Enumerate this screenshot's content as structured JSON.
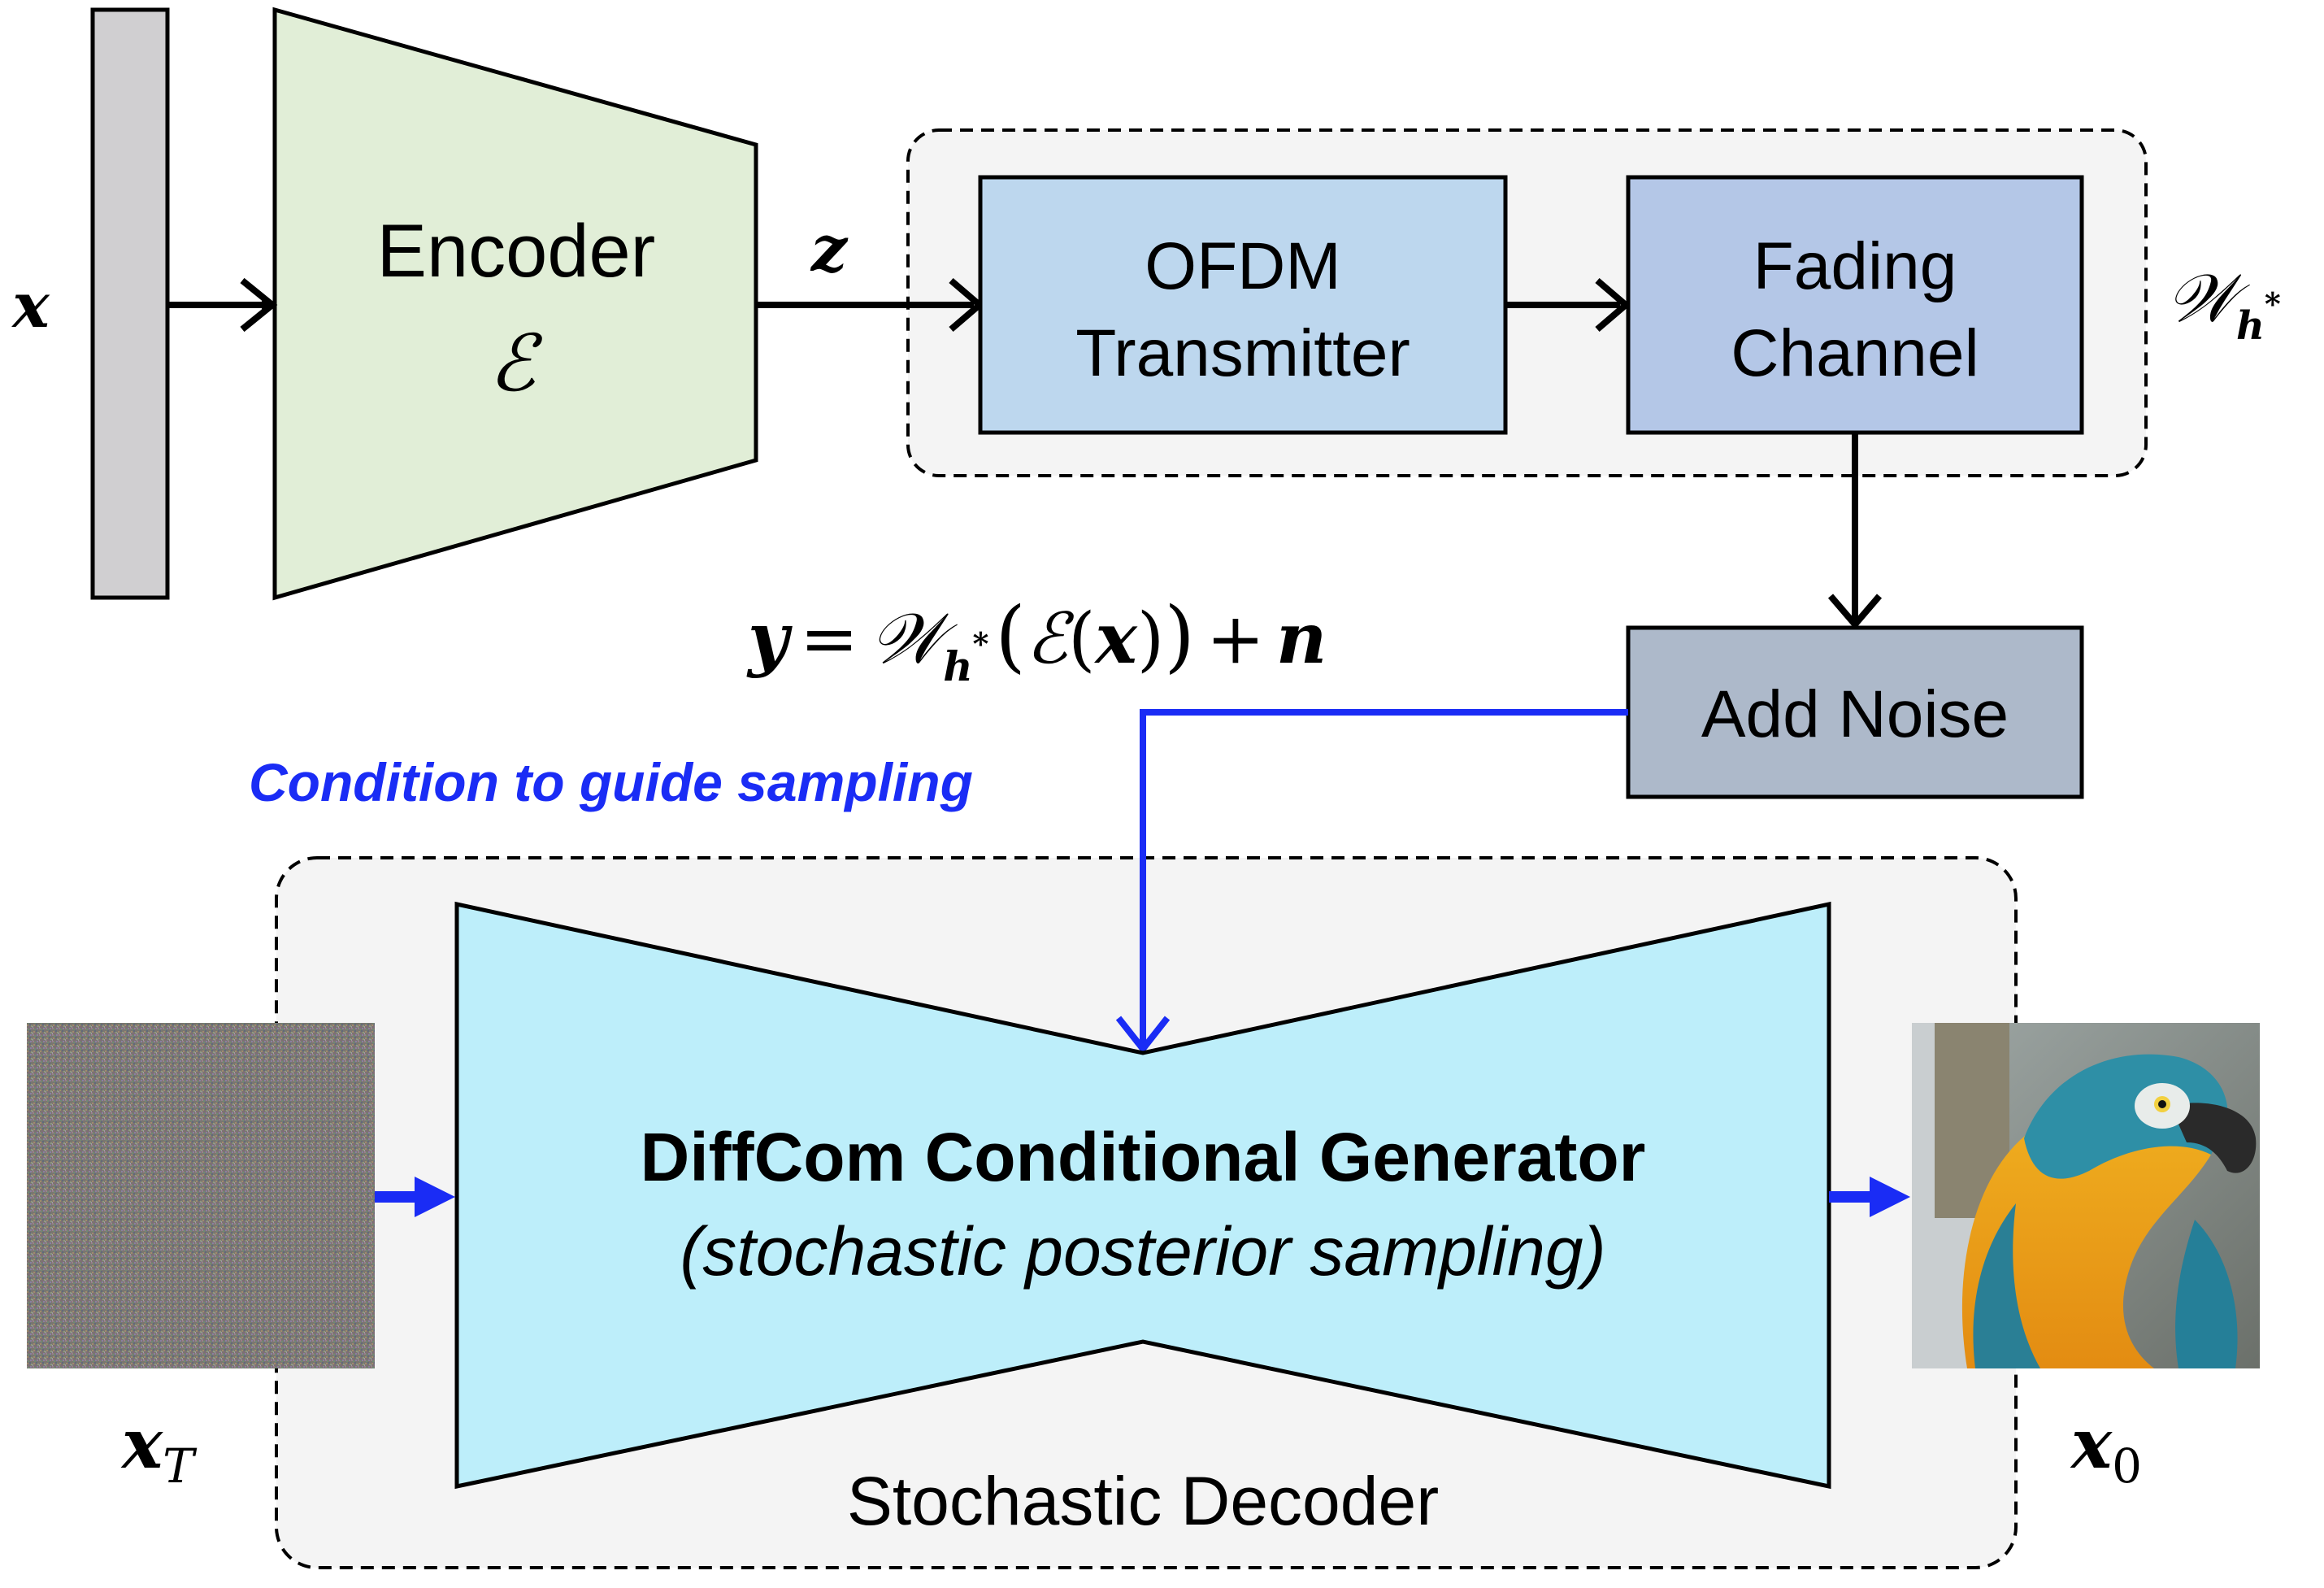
{
  "input": {
    "symbol": "x"
  },
  "encoder": {
    "label": "Encoder",
    "symbol": "ℰ"
  },
  "latent": {
    "symbol": "z"
  },
  "channel_group": {
    "symbol": "𝒲",
    "subscript": "h",
    "superscript": "*"
  },
  "ofdm": {
    "line1": "OFDM",
    "line2": "Transmitter"
  },
  "fading": {
    "line1": "Fading",
    "line2": "Channel"
  },
  "noise": {
    "label": "Add Noise"
  },
  "equation": {
    "lhs": "y",
    "eq": "=",
    "W": "𝒲",
    "sub": "h",
    "sup": "*",
    "open": "(",
    "E": "ℰ",
    "inner_open": "(",
    "x": "x",
    "inner_close": ")",
    "close": ")",
    "plus": "+",
    "n": "n"
  },
  "condition": {
    "label": "Condition to guide sampling",
    "color": "#1a2cf5"
  },
  "generator": {
    "title": "DiffCom Conditional Generator",
    "subtitle": "(stochastic posterior sampling)"
  },
  "decoder": {
    "label": "Stochastic Decoder"
  },
  "noise_input": {
    "symbol": "x",
    "subscript": "T"
  },
  "output": {
    "symbol": "x",
    "subscript": "0"
  },
  "colors": {
    "input_bar": "#d0cfd1",
    "encoder": "#e1eed7",
    "ofdm": "#bdd7ee",
    "fading": "#b4c7e7",
    "noise": "#adb9ca",
    "generator": "#bdeefa",
    "group_bg": "#f4f4f4",
    "arrow_blue": "#1a2cf5"
  }
}
